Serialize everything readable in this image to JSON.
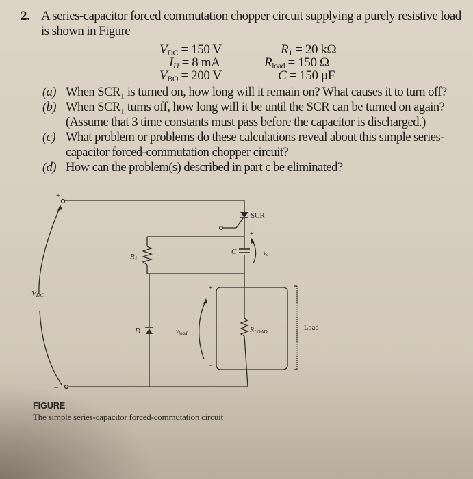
{
  "problem": {
    "number": "2.",
    "statement": "A series-capacitor forced commutation chopper circuit supplying a purely resistive load is shown in Figure",
    "parameters": {
      "left": [
        {
          "symbol": "V",
          "sub": "DC",
          "value": "= 150 V"
        },
        {
          "symbol": "I",
          "sub": "H",
          "value": "= 8 mA"
        },
        {
          "symbol": "V",
          "sub": "BO",
          "value": "= 200 V"
        }
      ],
      "right": [
        {
          "symbol": "R",
          "sub": "1",
          "value": "= 20 kΩ"
        },
        {
          "symbol": "R",
          "sub": "load",
          "value": "= 150 Ω"
        },
        {
          "symbol": "C",
          "sub": "",
          "value": "= 150 μF"
        }
      ]
    },
    "parts": [
      {
        "label": "(a)",
        "text": "When SCR₁ is turned on, how long will it remain on? What causes it to turn off?"
      },
      {
        "label": "(b)",
        "text": "When SCR₁ turns off, how long will it be until the SCR can be turned on again? (Assume that 3 time constants must pass before the capacitor is discharged.)"
      },
      {
        "label": "(c)",
        "text": "What problem or problems do these calculations reveal about this simple series-capacitor forced-commutation chopper circuit?"
      },
      {
        "label": "(d)",
        "text": "How can the problem(s) described in part c be eliminated?"
      }
    ]
  },
  "figure": {
    "labels": {
      "plus_source": "+",
      "minus_source": "−",
      "vdc": "V",
      "vdc_sub": "DC",
      "scr": "SCR",
      "r1": "R",
      "r1_sub": "1",
      "c": "C",
      "vc": "v",
      "vc_sub": "c",
      "cap_plus": "+",
      "cap_minus": "−",
      "diode": "D",
      "vload": "v",
      "vload_sub": "load",
      "load_plus": "+",
      "load_minus": "−",
      "rload": "R",
      "rload_sub": "LOAD",
      "load": "Load"
    },
    "caption_title": "FIGURE",
    "caption_text": "The simple series-capacitor forced-commutation circuit"
  }
}
